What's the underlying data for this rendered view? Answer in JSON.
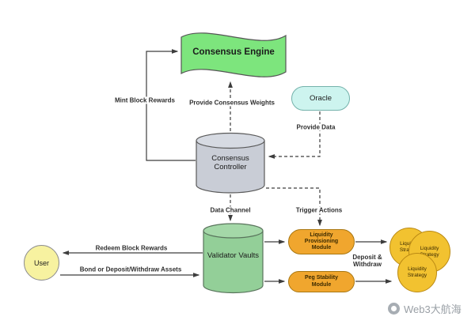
{
  "diagram": {
    "nodes": {
      "consensus_engine": {
        "label": "Consensus Engine"
      },
      "oracle": {
        "label": "Oracle"
      },
      "consensus_controller": {
        "label": "Consensus Controller"
      },
      "validator_vaults": {
        "label": "Validator Vaults"
      },
      "user": {
        "label": "User"
      },
      "liquidity_provisioning_module": {
        "label": "Liquidity Provisioning Module"
      },
      "peg_stability_module": {
        "label": "Peg Stability Module"
      },
      "liquidity_strategy": {
        "label": "Liquidity Strategy"
      }
    },
    "edges": {
      "mint_block_rewards": {
        "label": "Mint Block Rewards"
      },
      "provide_consensus_weights": {
        "label": "Provide Consensus Weights"
      },
      "provide_data": {
        "label": "Provide Data"
      },
      "data_channel": {
        "label": "Data Channel"
      },
      "trigger_actions": {
        "label": "Trigger Actions"
      },
      "redeem_block_rewards": {
        "label": "Redeem Block Rewards"
      },
      "bond_or_deposit_withdraw_assets": {
        "label": "Bond or Deposit/Withdraw Assets"
      },
      "deposit_and_withdraw": {
        "label": "Deposit & Withdraw"
      }
    },
    "colors": {
      "engine_green": "#7de57d",
      "oracle_cyan": "#cdf4ef",
      "controller_gray": "#c9cdd6",
      "vaults_green": "#93cf98",
      "user_yellow": "#f7f2a0",
      "module_orange": "#f0a62e",
      "strategy_gold": "#f2c230",
      "edge_dark": "#3d3d3d"
    },
    "watermark": {
      "text": "Web3大航海"
    }
  }
}
